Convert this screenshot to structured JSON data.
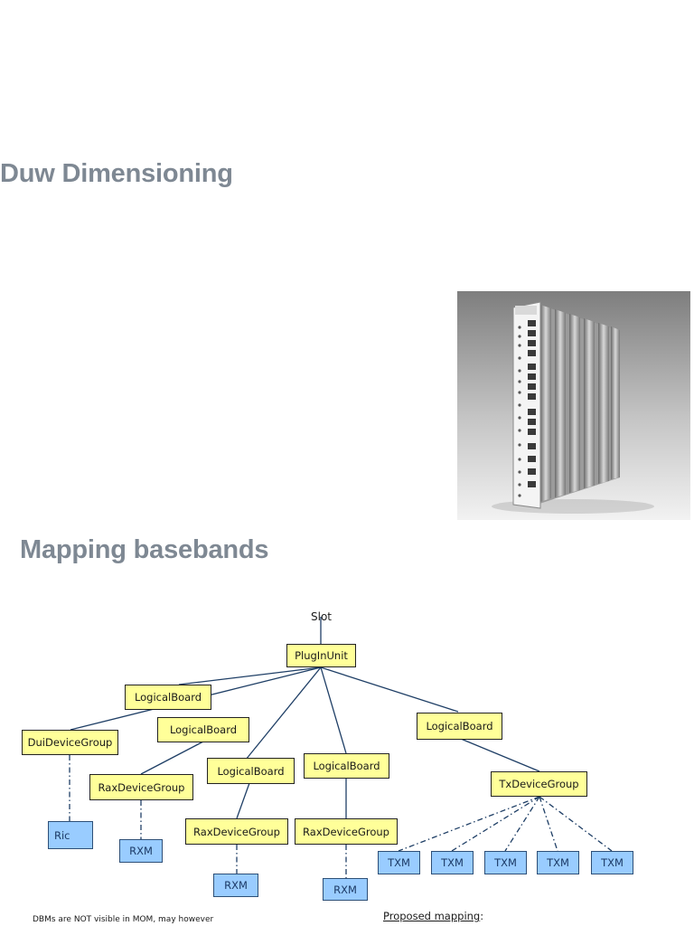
{
  "sections": {
    "dimensioning_title": "Duw Dimensioning",
    "mapping_title": "Mapping basebands"
  },
  "diagram": {
    "slot": "Slot",
    "plugin_unit": "PlugInUnit",
    "logical_board": "LogicalBoard",
    "dui_device_group": "DuiDeviceGroup",
    "rax_device_group": "RaxDeviceGroup",
    "tx_device_group": "TxDeviceGroup",
    "ric": "Ric",
    "rxm": "RXM",
    "txm": "TXM",
    "colors": {
      "logical_node": "#ffff99",
      "hardware_node": "#99ccff",
      "connector": "#1f3f66"
    }
  },
  "footer": {
    "dbm_note": "DBMs are NOT visible in MOM, may however",
    "proposed_mapping_label": "Proposed mapping",
    "proposed_mapping_suffix": ":"
  }
}
